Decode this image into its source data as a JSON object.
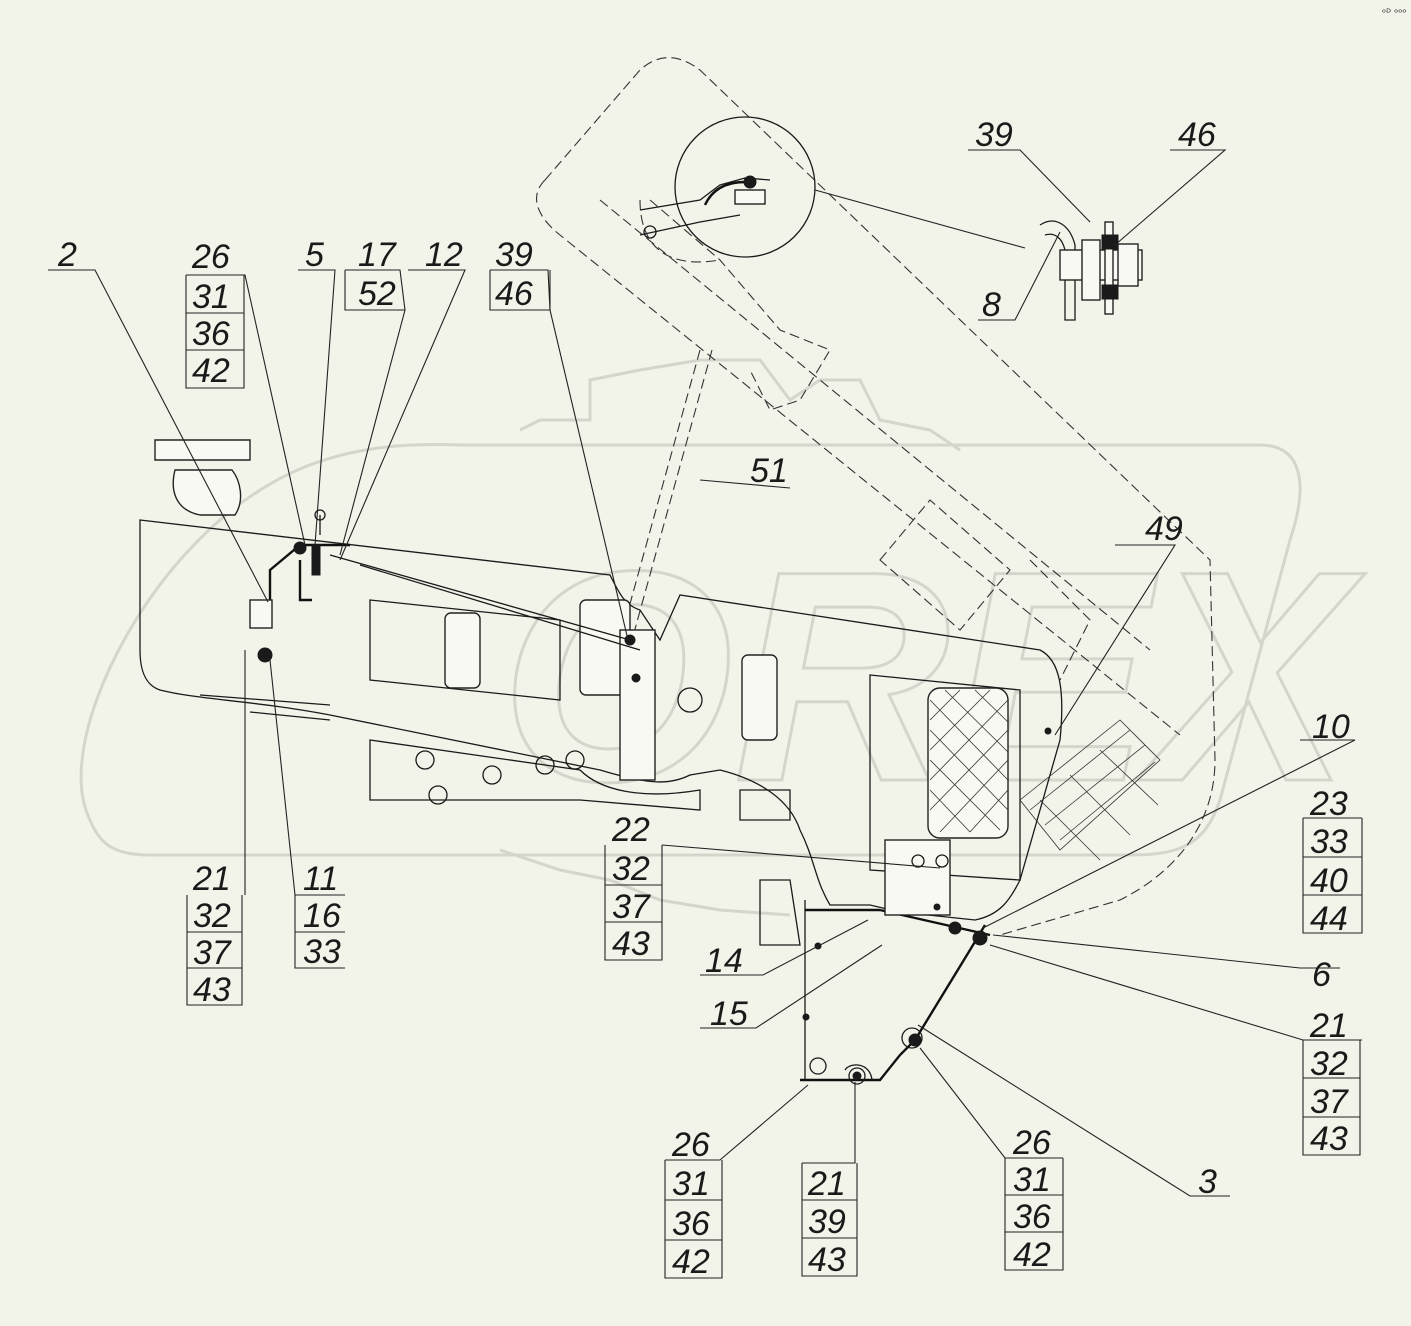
{
  "corner_mark": "ᵒᴰ ᵒᵒᵒ",
  "watermark": "OREX",
  "callouts": [
    {
      "id": "c-2",
      "labels": [
        "2"
      ]
    },
    {
      "id": "c-26a",
      "labels": [
        "26",
        "31",
        "36",
        "42"
      ]
    },
    {
      "id": "c-5",
      "labels": [
        "5"
      ]
    },
    {
      "id": "c-17",
      "labels": [
        "17",
        "52"
      ]
    },
    {
      "id": "c-12",
      "labels": [
        "12"
      ]
    },
    {
      "id": "c-39a",
      "labels": [
        "39",
        "46"
      ]
    },
    {
      "id": "c-39b",
      "labels": [
        "39"
      ]
    },
    {
      "id": "c-46",
      "labels": [
        "46"
      ]
    },
    {
      "id": "c-8",
      "labels": [
        "8"
      ]
    },
    {
      "id": "c-51",
      "labels": [
        "51"
      ]
    },
    {
      "id": "c-49",
      "labels": [
        "49"
      ]
    },
    {
      "id": "c-10",
      "labels": [
        "10"
      ]
    },
    {
      "id": "c-23",
      "labels": [
        "23",
        "33",
        "40",
        "44"
      ]
    },
    {
      "id": "c-6",
      "labels": [
        "6"
      ]
    },
    {
      "id": "c-21b",
      "labels": [
        "21",
        "32",
        "37",
        "43"
      ]
    },
    {
      "id": "c-3",
      "labels": [
        "3"
      ]
    },
    {
      "id": "c-26c",
      "labels": [
        "26",
        "31",
        "36",
        "42"
      ]
    },
    {
      "id": "c-21c",
      "labels": [
        "21",
        "39",
        "43"
      ]
    },
    {
      "id": "c-26b",
      "labels": [
        "26",
        "31",
        "36",
        "42"
      ]
    },
    {
      "id": "c-15",
      "labels": [
        "15"
      ]
    },
    {
      "id": "c-14",
      "labels": [
        "14"
      ]
    },
    {
      "id": "c-22",
      "labels": [
        "22",
        "32",
        "37",
        "43"
      ]
    },
    {
      "id": "c-21a",
      "labels": [
        "21",
        "32",
        "37",
        "43"
      ]
    },
    {
      "id": "c-11",
      "labels": [
        "11",
        "16",
        "33"
      ]
    }
  ]
}
